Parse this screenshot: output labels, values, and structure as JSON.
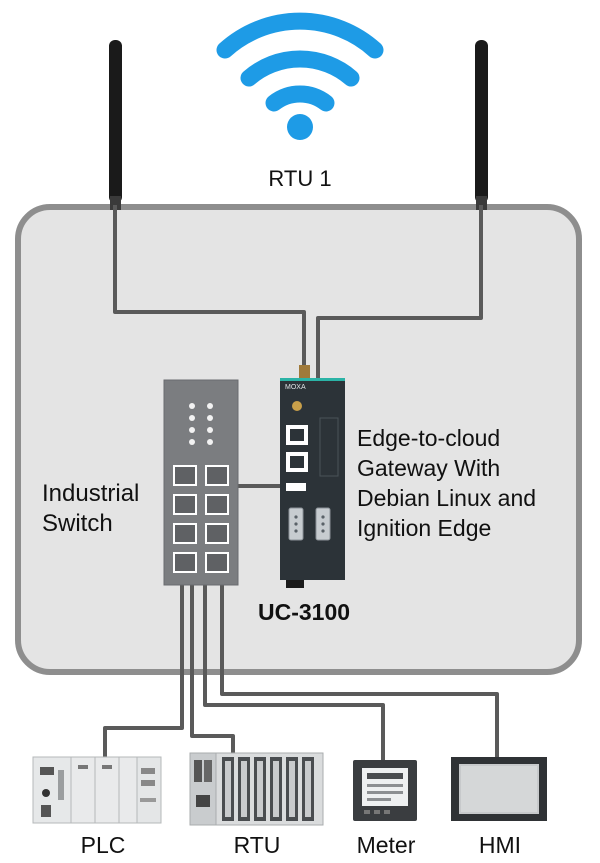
{
  "title": "RTU 1",
  "switch_label": [
    "Industrial",
    "Switch"
  ],
  "gateway_label": [
    "Edge-to-cloud",
    "Gateway With",
    "Debian Linux and",
    "Ignition Edge"
  ],
  "gateway_model": "UC-3100",
  "gateway_brand": "MOXA",
  "devices": [
    "PLC",
    "RTU",
    "Meter",
    "HMI"
  ],
  "colors": {
    "wifi": "#1e9be6",
    "enclosure_fill": "#e4e4e4",
    "enclosure_border": "#8e8e8e",
    "cable": "#5a5a5a",
    "switch_body": "#7b7d80",
    "gateway_body": "#2c3338",
    "accent": "#2bb3a6"
  }
}
